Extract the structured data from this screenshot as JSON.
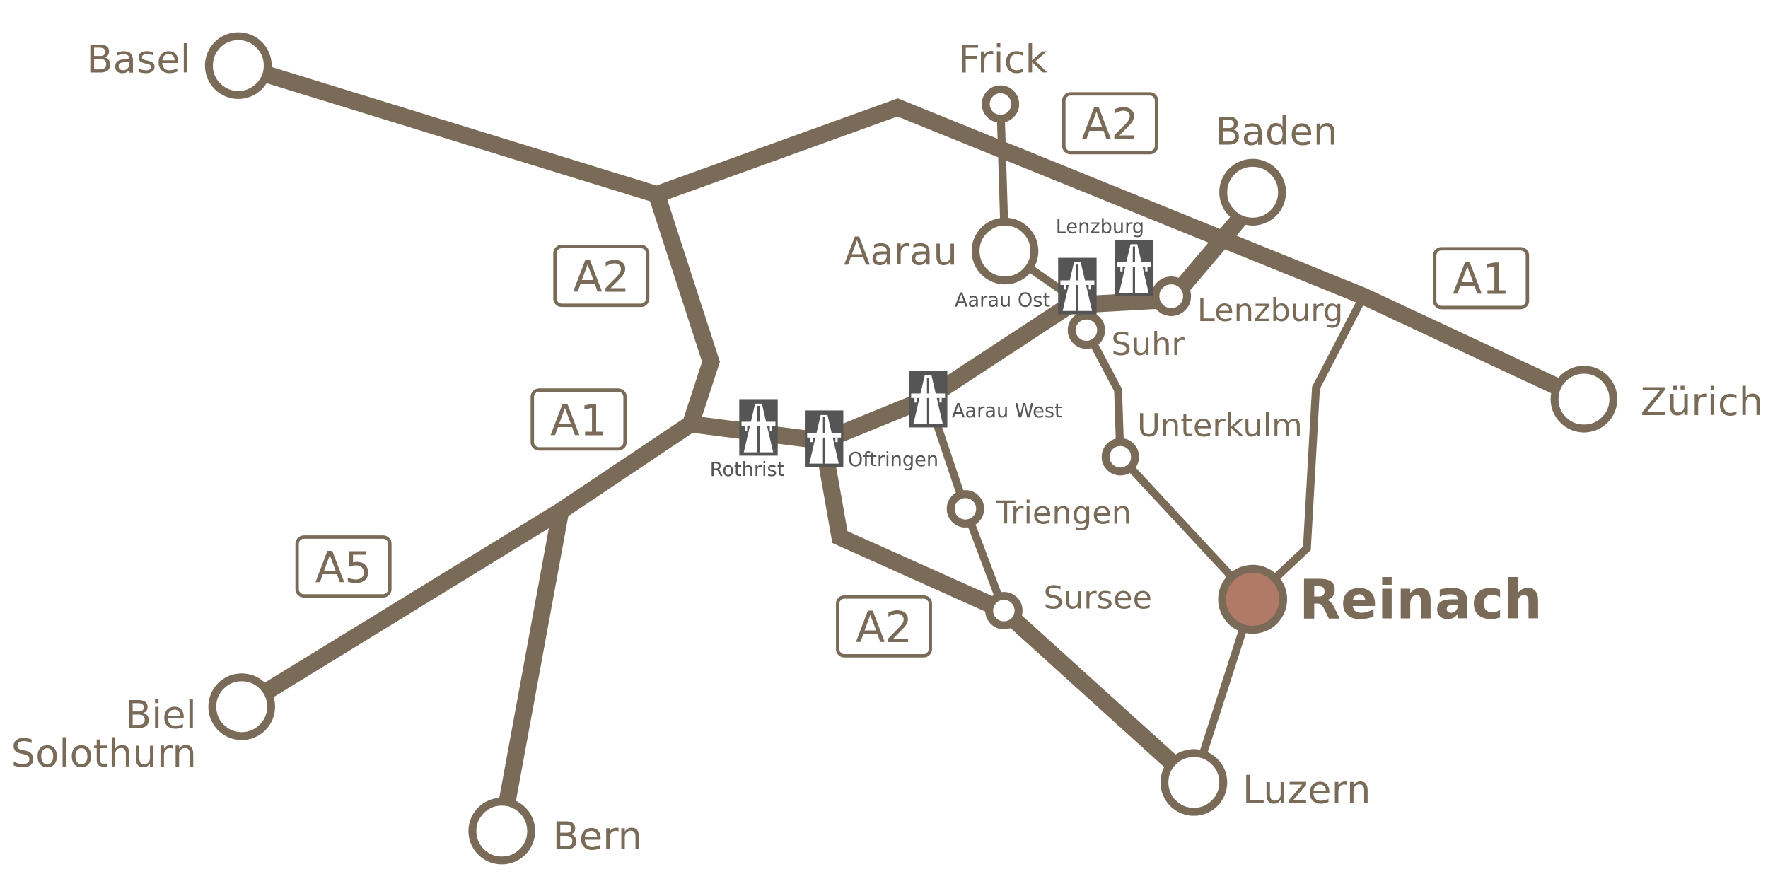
{
  "colors": {
    "road": "#7a6a58",
    "highlight": "#b07a66",
    "exit_icon": "#555555"
  },
  "cities": {
    "basel": "Basel",
    "frick": "Frick",
    "baden": "Baden",
    "aarau": "Aarau",
    "lenzburg": "Lenzburg",
    "suhr": "Suhr",
    "zurich": "Zürich",
    "unterkulm": "Unterkulm",
    "triengen": "Triengen",
    "sursee": "Sursee",
    "reinach": "Reinach",
    "biel": "Biel",
    "solothurn": "Solothurn",
    "bern": "Bern",
    "luzern": "Luzern"
  },
  "exits": {
    "rothrist": "Rothrist",
    "oftringen": "Oftringen",
    "aarau_west": "Aarau West",
    "aarau_ost": "Aarau Ost",
    "lenzburg": "Lenzburg"
  },
  "motorways": [
    "A2",
    "A2",
    "A1",
    "A1",
    "A5",
    "A2"
  ],
  "exit_icon": "motorway-icon"
}
